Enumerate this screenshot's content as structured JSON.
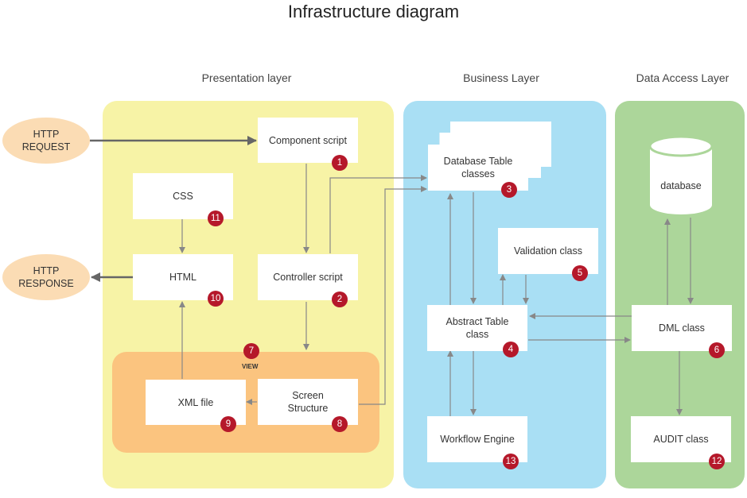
{
  "title": "Infrastructure diagram",
  "layers": {
    "presentation": "Presentation layer",
    "business": "Business Layer",
    "data_access": "Data Access Layer"
  },
  "colors": {
    "presentation": "#f7f3a6",
    "view": "#fbc47f",
    "business": "#a9dff4",
    "data_access": "#acd69a",
    "badge": "#b5182a",
    "endpoint": "#fbdcb4",
    "arrow": "#888888"
  },
  "endpoints": {
    "request": {
      "line1": "HTTP",
      "line2": "REQUEST"
    },
    "response": {
      "line1": "HTTP",
      "line2": "RESPONSE"
    }
  },
  "view_group": {
    "label": "VIEW",
    "number": "7"
  },
  "components": {
    "component_script": {
      "label": "Component script",
      "number": "1"
    },
    "controller_script": {
      "label": "Controller script",
      "number": "2"
    },
    "db_table_classes": {
      "line1": "Database Table",
      "line2": "classes",
      "number": "3"
    },
    "abstract_table": {
      "line1": "Abstract Table",
      "line2": "class",
      "number": "4"
    },
    "validation": {
      "label": "Validation class",
      "number": "5"
    },
    "dml": {
      "label": "DML class",
      "number": "6"
    },
    "screen_structure": {
      "line1": "Screen",
      "line2": "Structure",
      "number": "8"
    },
    "xml_file": {
      "label": "XML file",
      "number": "9"
    },
    "html": {
      "label": "HTML",
      "number": "10"
    },
    "css": {
      "label": "CSS",
      "number": "11"
    },
    "audit": {
      "label": "AUDIT class",
      "number": "12"
    },
    "workflow": {
      "label": "Workflow Engine",
      "number": "13"
    },
    "database": {
      "label": "database"
    }
  }
}
